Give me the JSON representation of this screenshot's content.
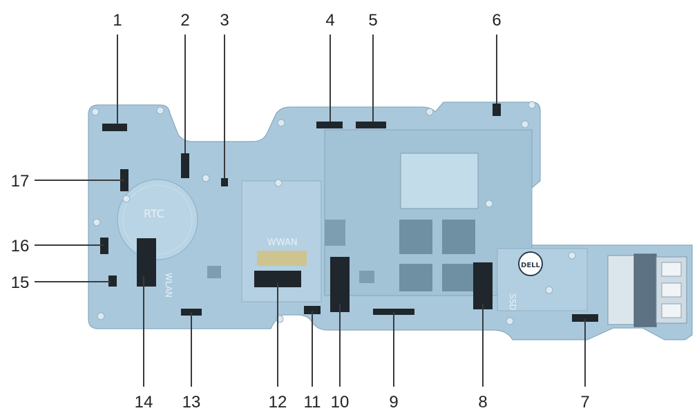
{
  "diagram": {
    "board_labels": {
      "rtc": "RTC",
      "wwan": "WWAN",
      "wlan": "WLAN",
      "ssd": "SSD",
      "logo": "DELL"
    },
    "callouts": [
      {
        "id": "1",
        "text": "1"
      },
      {
        "id": "2",
        "text": "2"
      },
      {
        "id": "3",
        "text": "3"
      },
      {
        "id": "4",
        "text": "4"
      },
      {
        "id": "5",
        "text": "5"
      },
      {
        "id": "6",
        "text": "6"
      },
      {
        "id": "7",
        "text": "7"
      },
      {
        "id": "8",
        "text": "8"
      },
      {
        "id": "9",
        "text": "9"
      },
      {
        "id": "10",
        "text": "10"
      },
      {
        "id": "11",
        "text": "11"
      },
      {
        "id": "12",
        "text": "12"
      },
      {
        "id": "13",
        "text": "13"
      },
      {
        "id": "14",
        "text": "14"
      },
      {
        "id": "15",
        "text": "15"
      },
      {
        "id": "16",
        "text": "16"
      },
      {
        "id": "17",
        "text": "17"
      }
    ]
  }
}
